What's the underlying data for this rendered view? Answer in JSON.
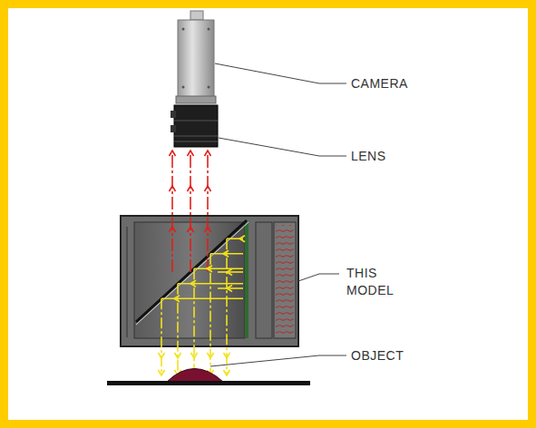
{
  "diagram": {
    "labels": [
      "CAMERA",
      "LENS",
      "THIS MODEL",
      "OBJECT"
    ]
  }
}
